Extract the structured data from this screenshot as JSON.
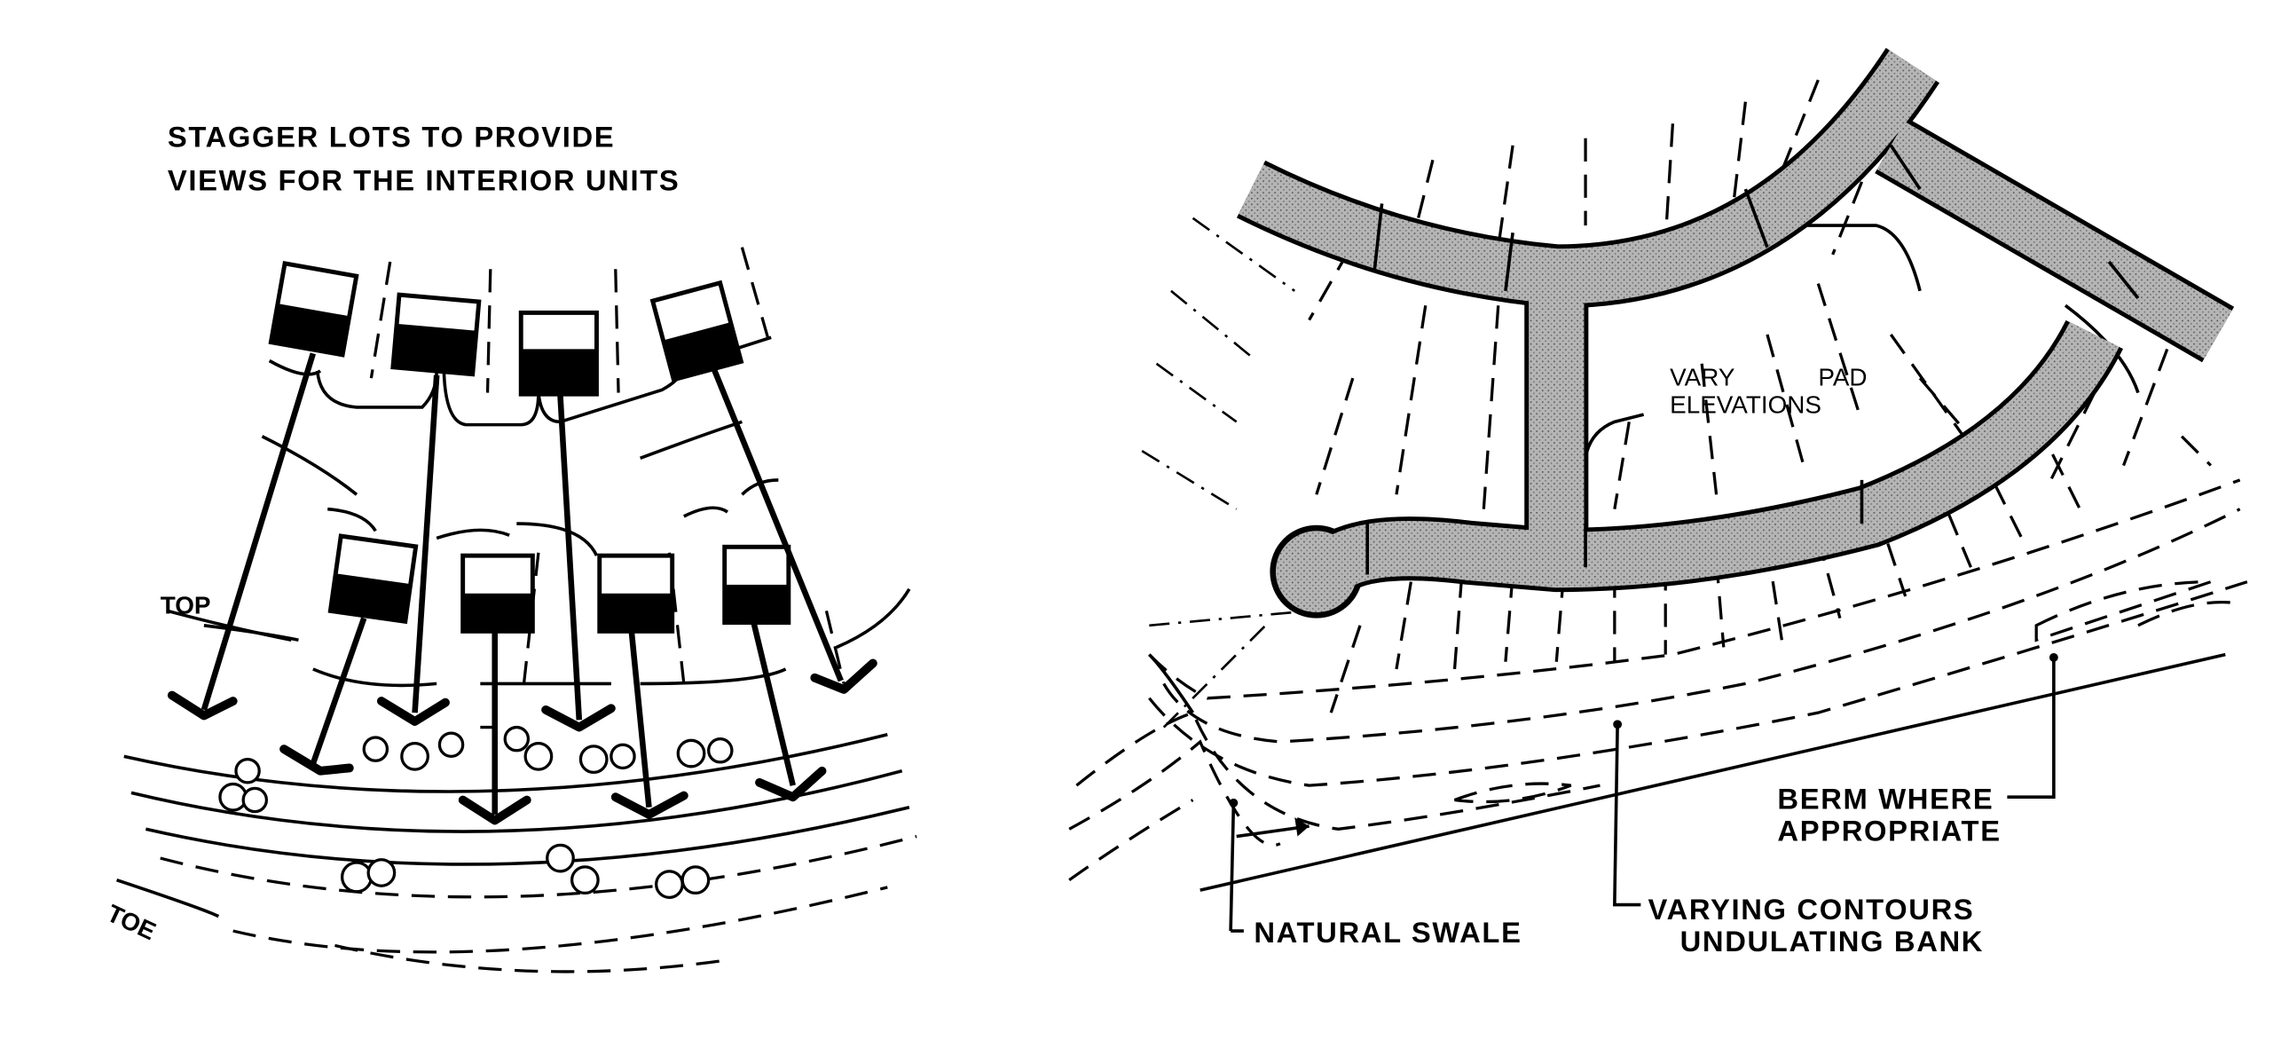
{
  "left_panel": {
    "title_line1": "STAGGER LOTS TO PROVIDE",
    "title_line2": "VIEWS FOR THE INTERIOR UNITS",
    "top_label": "TOP",
    "toe_label": "TOE"
  },
  "right_panel": {
    "pad_label_line1": "VARY",
    "pad_label_line1b": "PAD",
    "pad_label_line2": "ELEVATIONS",
    "berm_line1": "BERM WHERE",
    "berm_line2": "APPROPRIATE",
    "contours_line1": "VARYING CONTOURS",
    "contours_line2": "UNDULATING BANK",
    "swale_label": "NATURAL SWALE"
  },
  "colors": {
    "ink": "#000000",
    "road": "#9a9a9a",
    "paper": "#ffffff"
  }
}
